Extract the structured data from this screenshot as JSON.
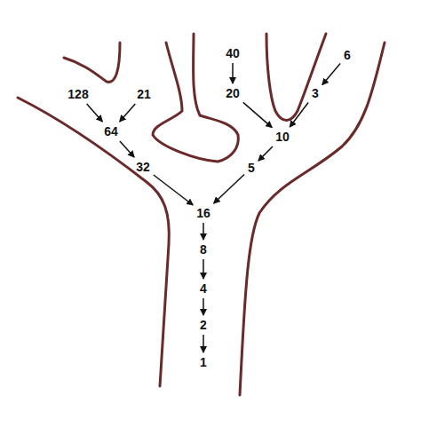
{
  "diagram": {
    "nodes": [
      {
        "text": [
          "40"
        ]
      },
      {
        "text": [
          "6"
        ]
      },
      {
        "text": [
          "128"
        ]
      },
      {
        "text": [
          "21"
        ]
      },
      {
        "text": [
          "20"
        ]
      },
      {
        "text": [
          "3"
        ]
      },
      {
        "text": [
          "64"
        ]
      },
      {
        "text": [
          "10"
        ]
      },
      {
        "text": [
          "32"
        ]
      },
      {
        "text": [
          "5"
        ]
      },
      {
        "text": [
          "16"
        ]
      },
      {
        "text": [
          "8"
        ]
      },
      {
        "text": [
          "4"
        ]
      },
      {
        "text": [
          "2"
        ]
      },
      {
        "text": [
          "1"
        ]
      }
    ],
    "edges": [
      {
        "from": 2,
        "to": 6,
        "arrow": "to"
      },
      {
        "from": 3,
        "to": 6,
        "arrow": "to"
      },
      {
        "from": 6,
        "to": 8,
        "arrow": "to"
      },
      {
        "from": 8,
        "to": 10,
        "arrow": "to"
      },
      {
        "from": 0,
        "to": 4,
        "arrow": "to"
      },
      {
        "from": 4,
        "to": 7,
        "arrow": "to"
      },
      {
        "from": 1,
        "to": 5,
        "arrow": "to"
      },
      {
        "from": 5,
        "to": 7,
        "arrow": "to"
      },
      {
        "from": 7,
        "to": 9,
        "arrow": "to"
      },
      {
        "from": 9,
        "to": 10,
        "arrow": "to"
      },
      {
        "from": 10,
        "to": 11,
        "arrow": "to"
      },
      {
        "from": 11,
        "to": 12,
        "arrow": "to"
      },
      {
        "from": 12,
        "to": 13,
        "arrow": "to"
      },
      {
        "from": 13,
        "to": 14,
        "arrow": "to"
      }
    ]
  }
}
